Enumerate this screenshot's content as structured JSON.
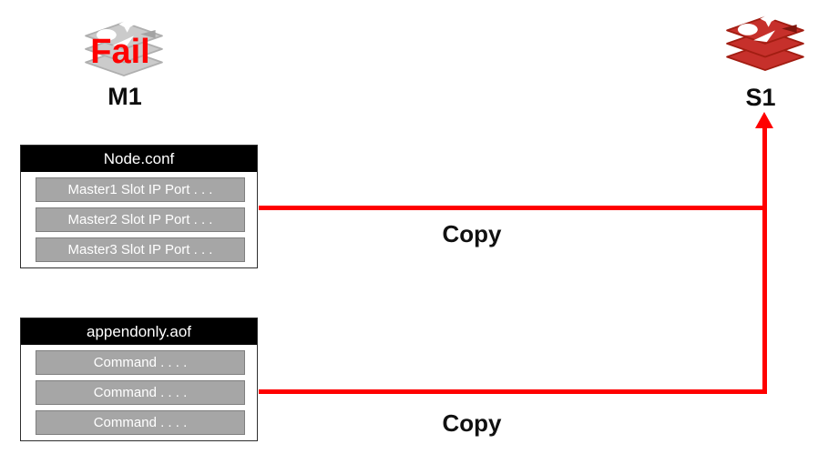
{
  "diagram": {
    "master_node": {
      "name": "M1",
      "status_label": "Fail",
      "icon": "redis-database-gray-icon"
    },
    "replica_node": {
      "name": "S1",
      "icon": "redis-database-red-icon"
    },
    "node_conf_box": {
      "title": "Node.conf",
      "rows": [
        "Master1  Slot IP  Port . . .",
        "Master2  Slot IP  Port . . .",
        "Master3  Slot IP  Port . . ."
      ]
    },
    "aof_box": {
      "title": "appendonly.aof",
      "rows": [
        "Command . . . .",
        "Command . . . .",
        "Command . . . ."
      ]
    },
    "arrows": [
      {
        "label": "Copy",
        "from": "Node.conf",
        "to": "S1"
      },
      {
        "label": "Copy",
        "from": "appendonly.aof",
        "to": "S1"
      }
    ],
    "colors": {
      "arrow": "#FF0000",
      "fail_text": "#FF0000",
      "row_fill": "#A6A6A6",
      "row_border": "#7F7F7F",
      "header_bg": "#000000",
      "header_text": "#FFFFFF",
      "redis_red": "#C6302B",
      "redis_red_dark": "#A21D12",
      "redis_gray": "#CBCBCB"
    }
  }
}
